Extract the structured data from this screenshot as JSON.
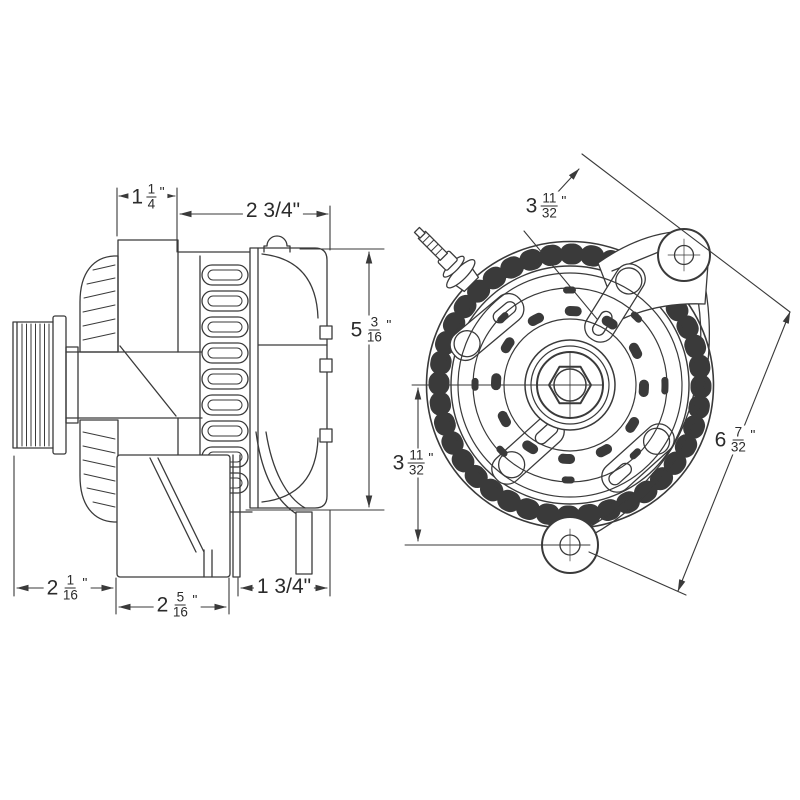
{
  "page": {
    "background": "#ffffff",
    "line_color": "#3a3a3a",
    "text_color": "#2b2b2b",
    "drawing_type": "alternator two-view dimensioned drawing"
  },
  "views": {
    "side_view": "alternator side profile with pulley, cooling fins, stator coils, rear cover and mounting foot",
    "front_view": "alternator front face with finned ring, hub nut, four lugs, two mounting bosses and terminal stud"
  },
  "dimensions": {
    "pulley_offset": {
      "whole": "1",
      "num": "1",
      "den": "4",
      "unit": "\""
    },
    "case_depth": {
      "text": "2 3/4\""
    },
    "case_height": {
      "whole": "5",
      "num": "3",
      "den": "16",
      "unit": "\""
    },
    "upper_mount_to_center": {
      "whole": "3",
      "num": "11",
      "den": "32",
      "unit": "\""
    },
    "center_to_lower_mount": {
      "whole": "3",
      "num": "11",
      "den": "32",
      "unit": "\""
    },
    "mount_hole_span": {
      "whole": "6",
      "num": "7",
      "den": "32",
      "unit": "\""
    },
    "pulley_to_foot": {
      "whole": "2",
      "num": "1",
      "den": "16",
      "unit": "\""
    },
    "foot_width": {
      "whole": "2",
      "num": "5",
      "den": "16",
      "unit": "\""
    },
    "rear_overhang": {
      "text": "1 3/4\""
    }
  }
}
